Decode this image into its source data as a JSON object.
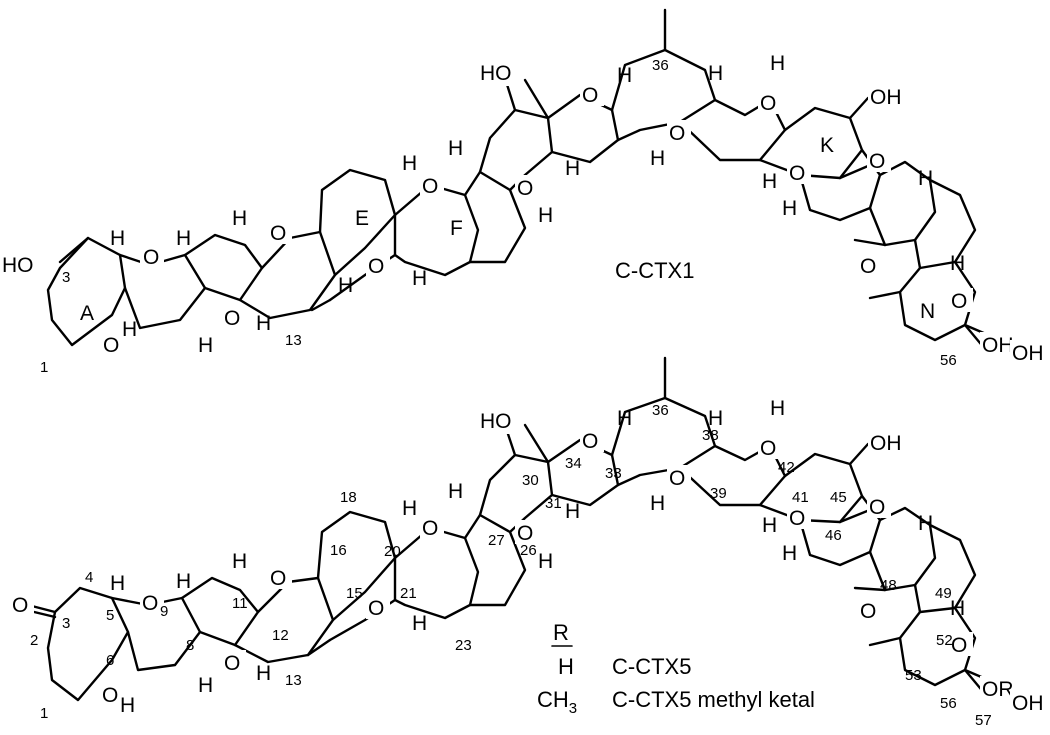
{
  "compound1": {
    "name": "C-CTX1",
    "ring_labels": [
      "A",
      "E",
      "F",
      "K",
      "N"
    ],
    "atom_labels": {
      "ho_left": "HO",
      "ho_top": "HO",
      "oh_right": "OH",
      "oh_ketal": "OH",
      "oh_chain": "OH",
      "oxygen": "O",
      "hydrogen": "H"
    },
    "numbers": [
      "1",
      "3",
      "13",
      "36",
      "56"
    ]
  },
  "compound2": {
    "ketone_oxygen": "O",
    "atom_labels": {
      "ho_top": "HO",
      "oh_right": "OH",
      "or_group": "OR",
      "oh_chain": "OH",
      "oxygen": "O",
      "hydrogen": "H"
    },
    "numbers": [
      "1",
      "2",
      "3",
      "4",
      "5",
      "6",
      "8",
      "9",
      "11",
      "12",
      "13",
      "15",
      "16",
      "18",
      "20",
      "21",
      "23",
      "26",
      "27",
      "30",
      "31",
      "33",
      "34",
      "36",
      "38",
      "39",
      "41",
      "42",
      "45",
      "46",
      "48",
      "49",
      "52",
      "53",
      "56",
      "57"
    ]
  },
  "legend": {
    "header": "R",
    "rows": [
      {
        "r": "H",
        "name": "C-CTX5"
      },
      {
        "r_main": "CH",
        "r_sub": "3",
        "name": "C-CTX5 methyl ketal"
      }
    ]
  }
}
